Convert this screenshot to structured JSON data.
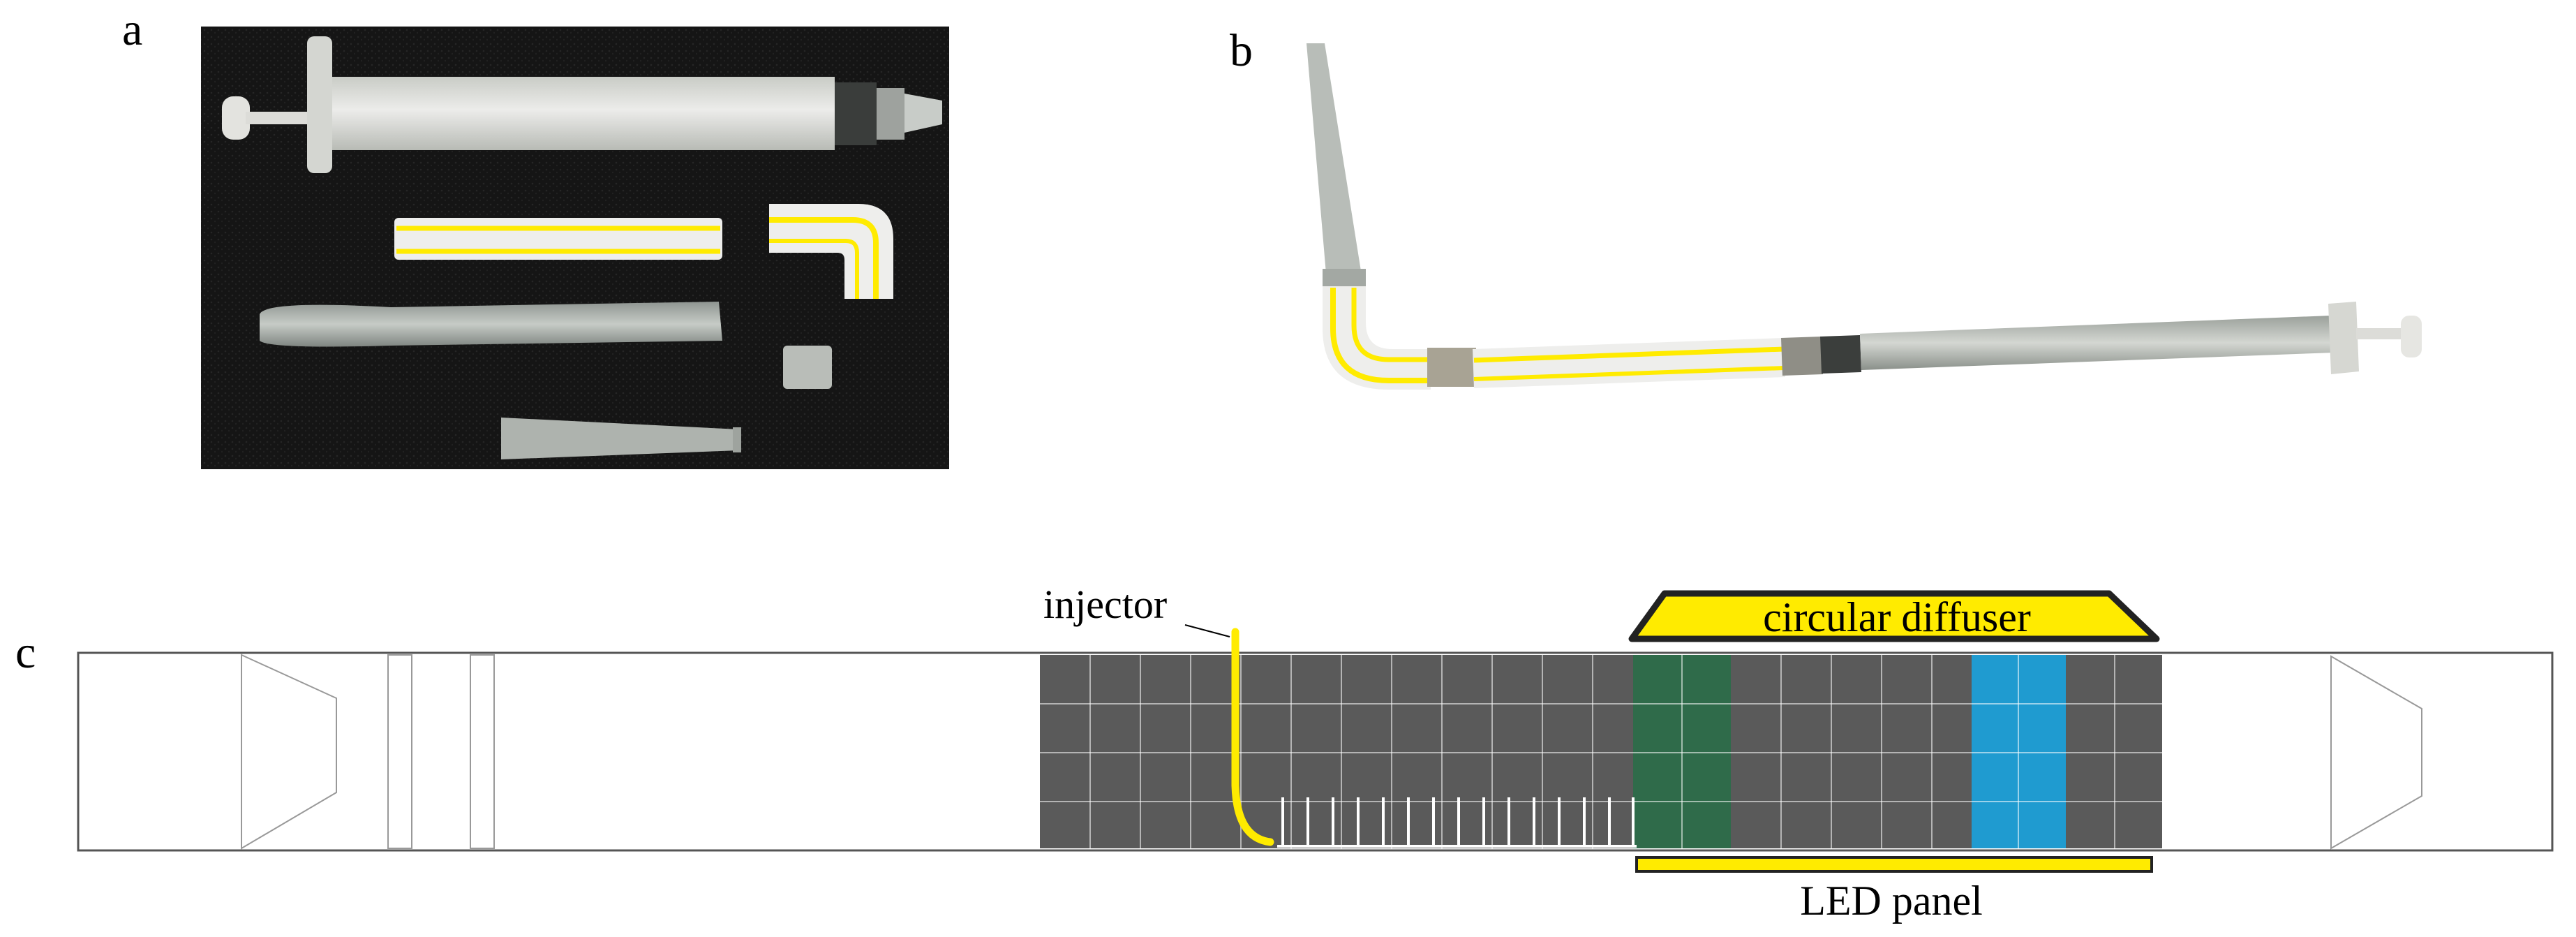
{
  "panels": {
    "a": "a",
    "b": "b",
    "c": "c"
  },
  "schematic": {
    "injector_label": "injector",
    "diffuser_label": "circular diffuser",
    "led_label": "LED panel"
  },
  "colors": {
    "highlight_yellow": "#ffeb00",
    "test_section_gray": "#5a5a5a",
    "green_region": "#2f6b4a",
    "blue_region": "#1f9bd0",
    "photo_background": "#141414"
  },
  "icons": {
    "syringe": "syringe-icon",
    "tube": "tube-icon",
    "elbow": "elbow-tube-icon",
    "nozzle": "nozzle-tip-icon",
    "connector": "connector-sleeve-icon"
  }
}
